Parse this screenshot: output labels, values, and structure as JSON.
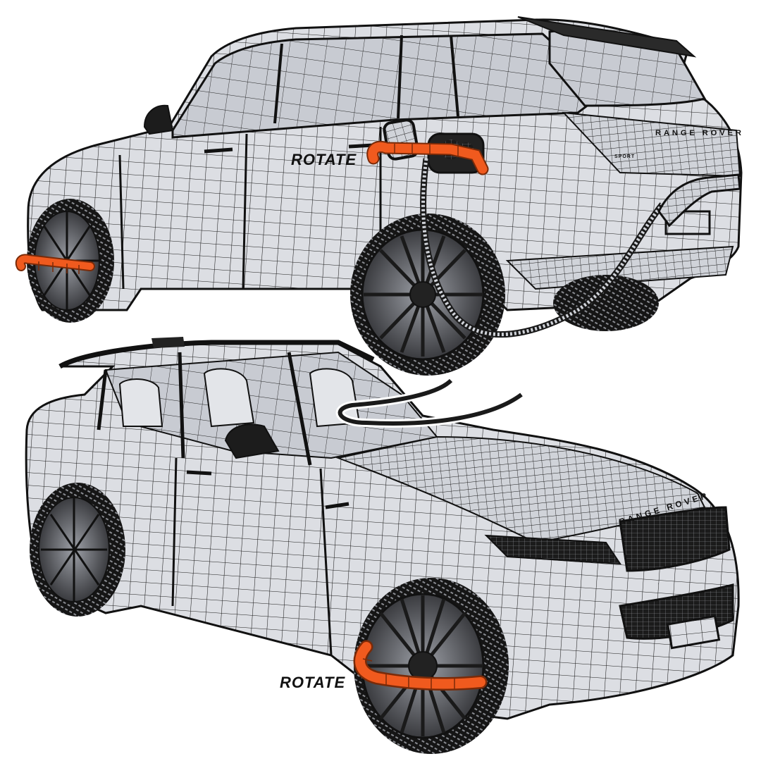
{
  "scene": {
    "subject": "Range Rover Sport wireframe 3D model",
    "views": [
      {
        "id": "rear-three-quarter",
        "position": "top"
      },
      {
        "id": "front-three-quarter",
        "position": "bottom"
      }
    ],
    "colors": {
      "background": "#ffffff",
      "body": "#d9dbe0",
      "body_shade": "#b9bcc4",
      "wire": "#1a1a1a",
      "tire": "#1b1b1b",
      "handle": "#f05a1e",
      "handle_shade": "#b83a0c",
      "glass": "#c9ccd3"
    }
  },
  "labels": {
    "rotate_top": "ROTATE",
    "rotate_bottom": "ROTATE"
  },
  "badges": {
    "rear_brand": "RANGE ROVER",
    "rear_model": "SPORT",
    "front_brand": "RANGE ROVER"
  },
  "handles": [
    {
      "id": "charge-port-rotate",
      "label_ref": "rotate_top"
    },
    {
      "id": "rear-left-wheel-rotate"
    },
    {
      "id": "front-right-wheel-rotate",
      "label_ref": "rotate_bottom"
    }
  ]
}
